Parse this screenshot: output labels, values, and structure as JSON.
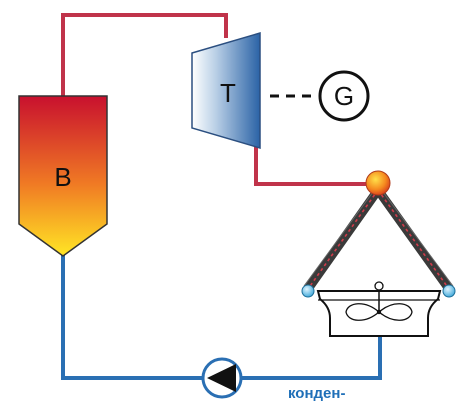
{
  "diagram": {
    "boiler": {
      "label": "B"
    },
    "turbine": {
      "label": "T"
    },
    "generator": {
      "label": "G"
    },
    "condenser": {
      "caption": "конден-"
    }
  },
  "colors": {
    "hot_pipe": "#c0334a",
    "cold_pipe": "#2a6fb3",
    "boiler_top": "#c8102e",
    "boiler_bottom": "#ffe625",
    "turbine_light": "#ffffff",
    "turbine_dark": "#2b63a6",
    "caption": "#1f6fb8"
  },
  "icons": {
    "pump": "pump-icon",
    "fan": "fan-icon",
    "generator": "generator-icon"
  }
}
